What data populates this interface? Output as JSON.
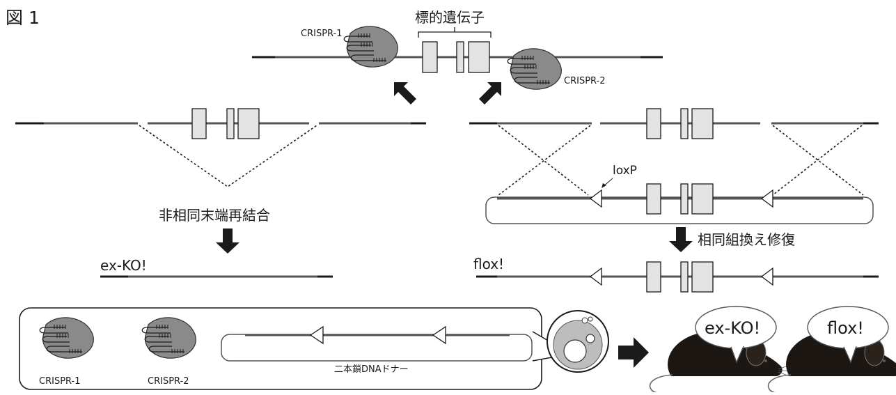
{
  "figure_label": "図 1",
  "labels": {
    "target_gene": "標的遺伝子",
    "crispr1": "CRISPR-1",
    "crispr2": "CRISPR-2",
    "loxp": "loxP",
    "nhej": "非相同末端再結合",
    "hdr": "相同組換え修復",
    "ex_ko": "ex-KO!",
    "flox": "flox!",
    "donor": "二本鎖DNAドナー"
  },
  "bubbles": {
    "mouse1": "ex-KO!",
    "mouse2": "flox!"
  },
  "colors": {
    "ink": "#1a1a1a",
    "dna_line": "#555555",
    "exon_fill": "#e3e3e3",
    "crispr_fill": "#8a8a8a",
    "mouse_fill": "#1c1712"
  }
}
